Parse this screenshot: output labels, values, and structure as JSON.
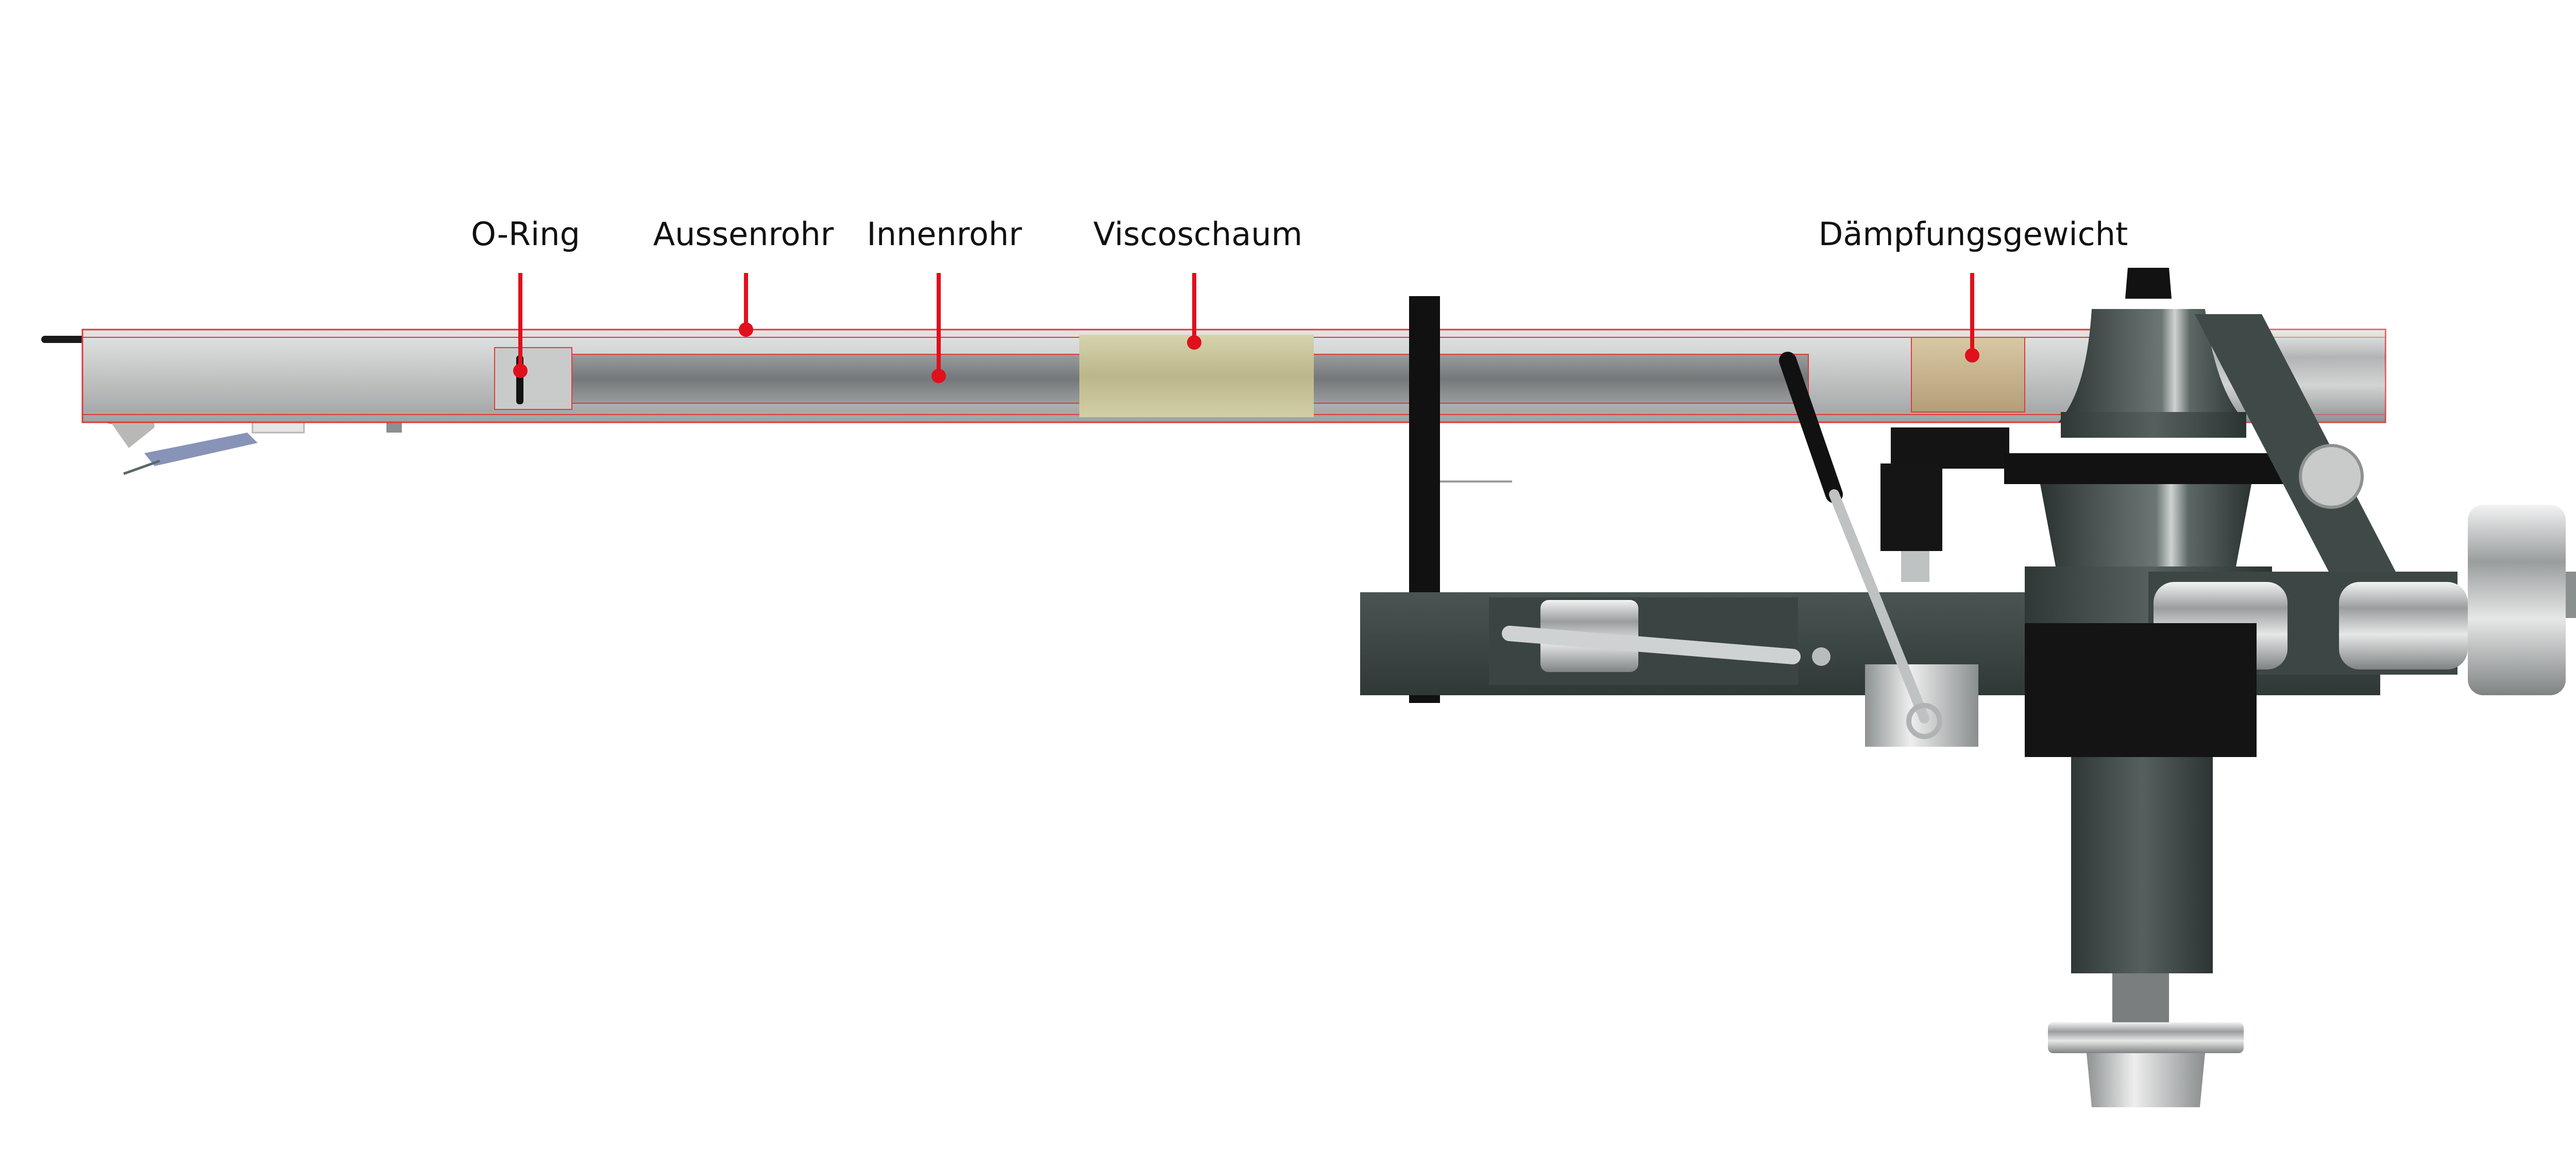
{
  "diagram": {
    "callouts": [
      {
        "id": "o_ring",
        "text": "O-Ring"
      },
      {
        "id": "aussenrohr",
        "text": "Aussenrohr"
      },
      {
        "id": "innenrohr",
        "text": "Innenrohr"
      },
      {
        "id": "viscoschaum",
        "text": "Viscoschaum"
      },
      {
        "id": "daempfungsgewicht",
        "text": "Dämpfungsgewicht"
      }
    ],
    "colors": {
      "callout_line": "#e0101c",
      "tube_outline": "#e03a3a",
      "tube_grey": "#b9bcbc",
      "inner_tube": "#8a8d8e",
      "foam": "#c9c59a",
      "weight": "#c8b48e",
      "base_dark": "#3c4645",
      "black": "#121212",
      "metal": "#c4c6c7"
    },
    "icons": [
      "cartridge-icon",
      "tonearm-tube-icon",
      "pivot-base-icon"
    ]
  }
}
